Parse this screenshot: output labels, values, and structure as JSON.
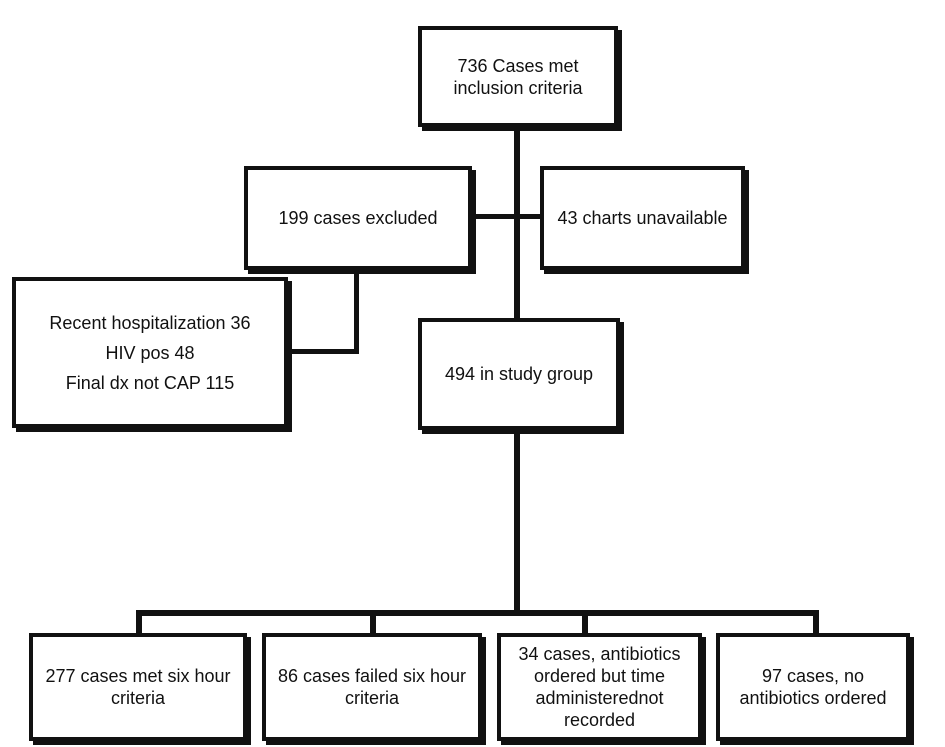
{
  "boxes": {
    "root": {
      "line1": "736 Cases met",
      "line2": "inclusion criteria"
    },
    "excluded": {
      "text": "199 cases excluded"
    },
    "unavailable": {
      "text": "43 charts unavailable"
    },
    "reasons": {
      "line1": "Recent hospitalization 36",
      "line2": "HIV pos 48",
      "line3": "Final dx not CAP 115"
    },
    "study": {
      "text": "494 in study group"
    },
    "met": {
      "line1": "277 cases met six hour",
      "line2": "criteria"
    },
    "failed": {
      "line1": "86 cases failed six hour",
      "line2": "criteria"
    },
    "not_recorded": {
      "line1": "34 cases, antibiotics",
      "line2": "ordered but time",
      "line3": "administerednot",
      "line4": "recorded"
    },
    "no_antibiotics": {
      "line1": "97  cases, no",
      "line2": "antibiotics ordered"
    }
  }
}
